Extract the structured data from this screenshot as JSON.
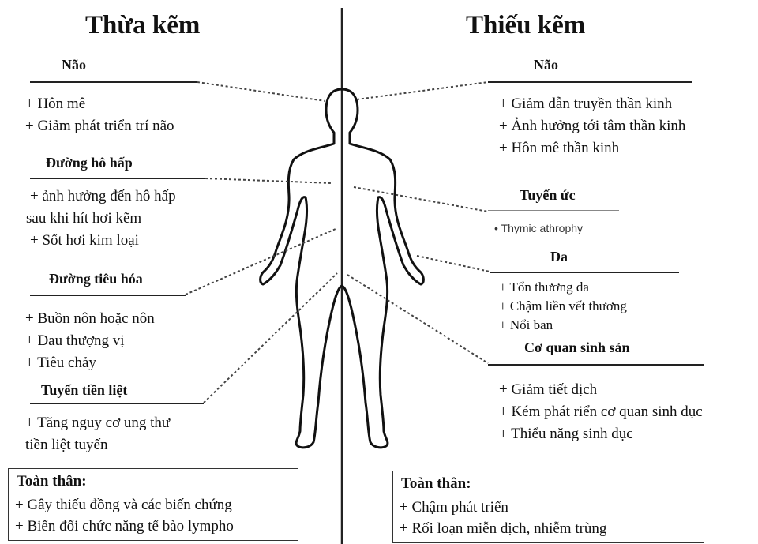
{
  "left": {
    "title": "Thừa kẽm",
    "sections": [
      {
        "title": "Não",
        "lines": [
          "+ Hôn mê",
          "+ Giảm phát triển trí não"
        ]
      },
      {
        "title": "Đường hô hấp",
        "lines": [
          "+ ảnh hưởng đến hô hấp",
          "sau khi hít hơi kẽm",
          "+ Sốt hơi kim loại"
        ]
      },
      {
        "title": "Đường tiêu hóa",
        "lines": [
          "+ Buồn nôn hoặc nôn",
          "+ Đau thượng vị",
          "+ Tiêu chảy"
        ]
      },
      {
        "title": "Tuyến tiền liệt",
        "lines": [
          "+ Tăng nguy cơ ung thư",
          "tiền liệt tuyến"
        ]
      }
    ],
    "systemic": {
      "title": "Toàn thân:",
      "lines": [
        "+ Gây thiếu đồng và các biến chứng",
        "+ Biến đổi chức năng tế bào lympho"
      ]
    }
  },
  "right": {
    "title": "Thiếu kẽm",
    "sections": [
      {
        "title": "Não",
        "lines": [
          "+ Giảm dẫn truyền thần kinh",
          "+ Ảnh hưởng tới tâm thần kinh",
          "+ Hôn mê thần kinh"
        ]
      },
      {
        "title": "Tuyến ức",
        "lines": [
          "• Thymic athrophy"
        ]
      },
      {
        "title": "Da",
        "lines": [
          "+ Tổn thương da",
          "+ Chậm liền vết thương",
          "+ Nổi ban"
        ]
      },
      {
        "title": "Cơ quan sinh sản",
        "lines": [
          "+ Giảm tiết dịch",
          "+ Kém phát riển cơ quan sinh dục",
          "+ Thiểu năng sinh dục"
        ]
      }
    ],
    "systemic": {
      "title": "Toàn thân:",
      "lines": [
        "+ Chậm phát triển",
        "+ Rối loạn miễn dịch, nhiễm trùng"
      ]
    }
  },
  "colors": {
    "text": "#111111",
    "lines": "#222222",
    "dotted": "#444444"
  }
}
